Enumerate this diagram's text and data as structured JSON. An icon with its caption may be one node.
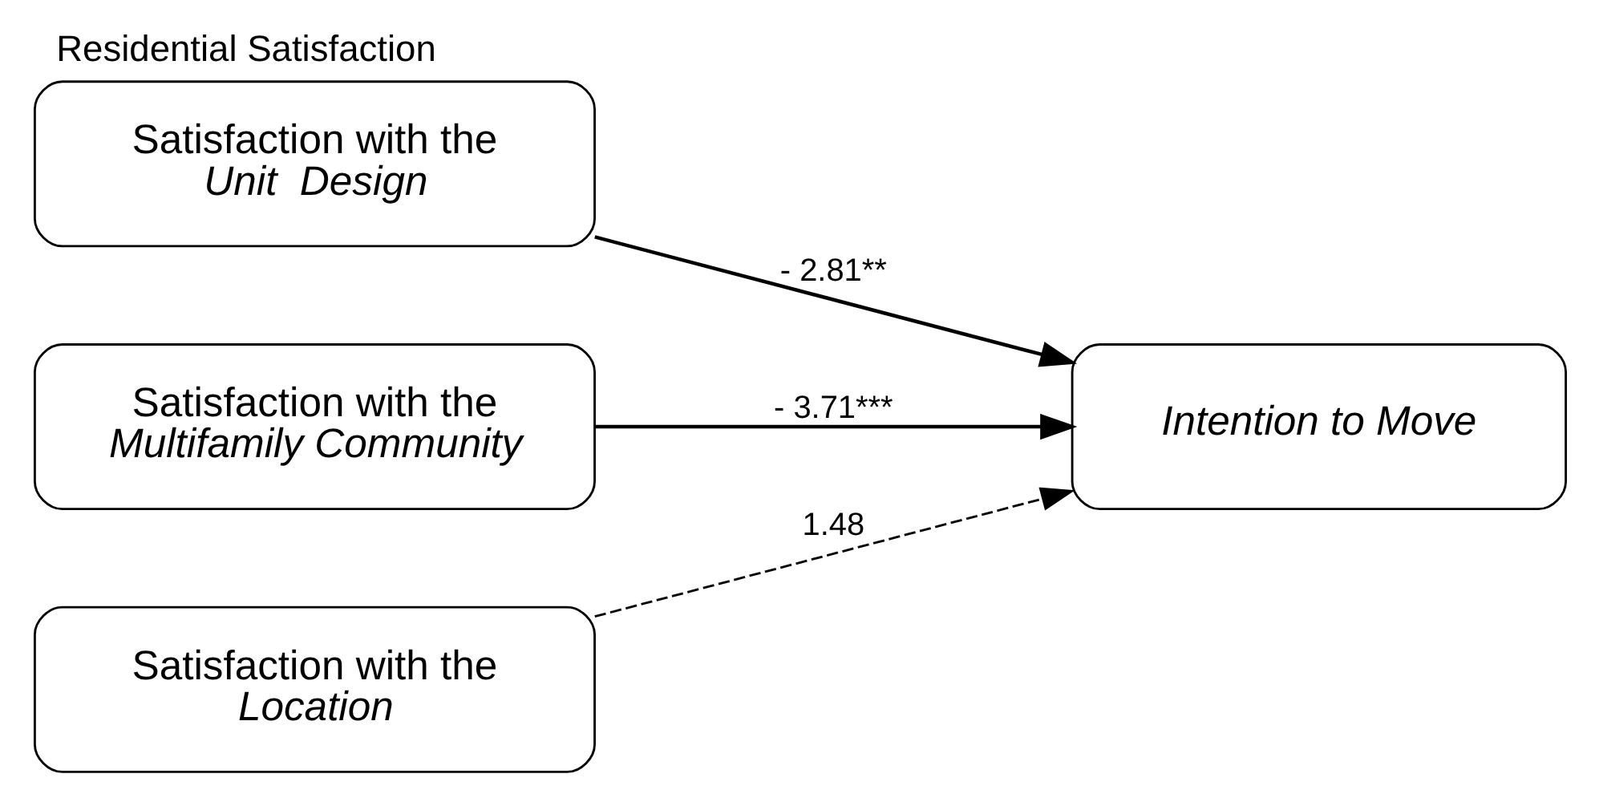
{
  "diagram": {
    "title": "Residential Satisfaction",
    "nodes": [
      {
        "text": [
          "Satisfaction with the *Unit  Design*"
        ]
      },
      {
        "text": [
          "Satisfaction with the *Multifamily Community*"
        ]
      },
      {
        "text": [
          "Satisfaction with the *Location*"
        ]
      },
      {
        "text": [
          "Intention to Move"
        ]
      }
    ],
    "edges": [
      {
        "from": 0,
        "to": 3,
        "arrow": "to",
        "label": "- 2.81**"
      },
      {
        "from": 1,
        "to": 3,
        "arrow": "to",
        "label": "- 3.71***"
      },
      {
        "from": 2,
        "to": 3,
        "arrow": "to",
        "label": "1.48",
        "style": "dashed"
      }
    ]
  }
}
